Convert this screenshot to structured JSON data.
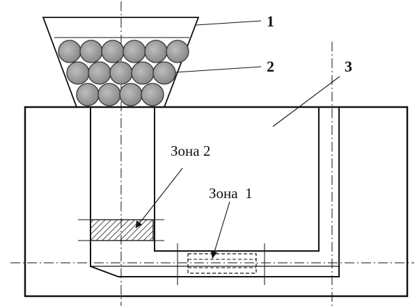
{
  "callouts": {
    "hopper": "1",
    "balls": "2",
    "block": "3"
  },
  "zones": {
    "zone2": "Зона 2",
    "zone1": "Зона  1"
  },
  "colors": {
    "line": "#111111",
    "ball_fill": "#9a9a9a",
    "hatch": "#222222"
  }
}
